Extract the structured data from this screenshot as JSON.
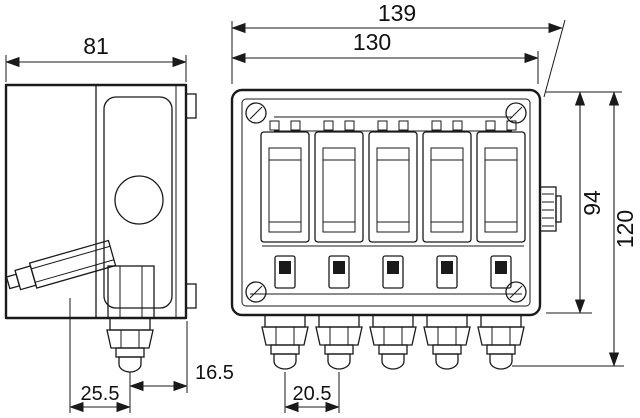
{
  "drawing": {
    "background": "#ffffff",
    "line_color": "#1a1a1a",
    "dimensions": {
      "overall_width": "139",
      "body_width": "130",
      "depth": "81",
      "body_height": "94",
      "overall_height": "120",
      "gland_offset_a": "16.5",
      "gland_offset_b": "25.5",
      "gland_pitch": "20.5"
    }
  }
}
